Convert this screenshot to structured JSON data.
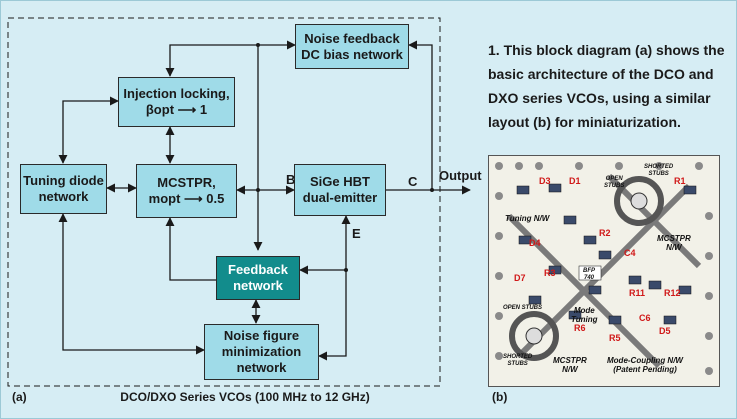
{
  "blocks": {
    "noise_feedback": "Noise feedback\nDC bias network",
    "injection_locking": "Injection locking,\nβopt ⟶ 1",
    "tuning_diode": "Tuning diode\nnetwork",
    "mcstpr": "MCSTPR,\nmopt ⟶ 0.5",
    "sige_hbt": "SiGe HBT\ndual-emitter",
    "feedback": "Feedback\nnetwork",
    "noise_figure": "Noise figure\nminimization\nnetwork"
  },
  "node_labels": {
    "b": "B",
    "c": "C",
    "e": "E",
    "output": "Output"
  },
  "caption": "1. This block diagram (a) shows the basic architecture of the DCO and DXO series VCOs, using a similar layout (b) for miniaturization.",
  "footer": "DCO/DXO Series VCOs (100 MHz to 12 GHz)",
  "panel_a": "(a)",
  "panel_b": "(b)",
  "pcb_labels": {
    "tuning": "Tuning N/W",
    "open_stubs_top": "OPEN\nSTUBS",
    "shorted_stubs_top": "SHORTED\nSTUBS",
    "mcstpr_top": "MCSTPR\nN/W",
    "bfp": "BFP\n740",
    "open_stubs_bottom": "OPEN STUBS",
    "mode_tuning": "Mode\nTuning",
    "shorted_stubs_bottom": "SHORTED\nSTUBS",
    "mcstpr_bottom": "MCSTPR\nN/W",
    "mode_coupling": "Mode-Coupling N/W\n(Patent Pending)"
  },
  "colors": {
    "light_block": "#9fdbe8",
    "dark_block": "#128c8c",
    "background": "#d6edf4"
  }
}
